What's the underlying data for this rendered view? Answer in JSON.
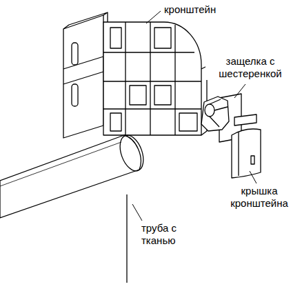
{
  "diagram": {
    "labels": [
      "кронштейн",
      "защелка с шестеренкой",
      "крышка кронштейна",
      "труба с тканью"
    ]
  }
}
